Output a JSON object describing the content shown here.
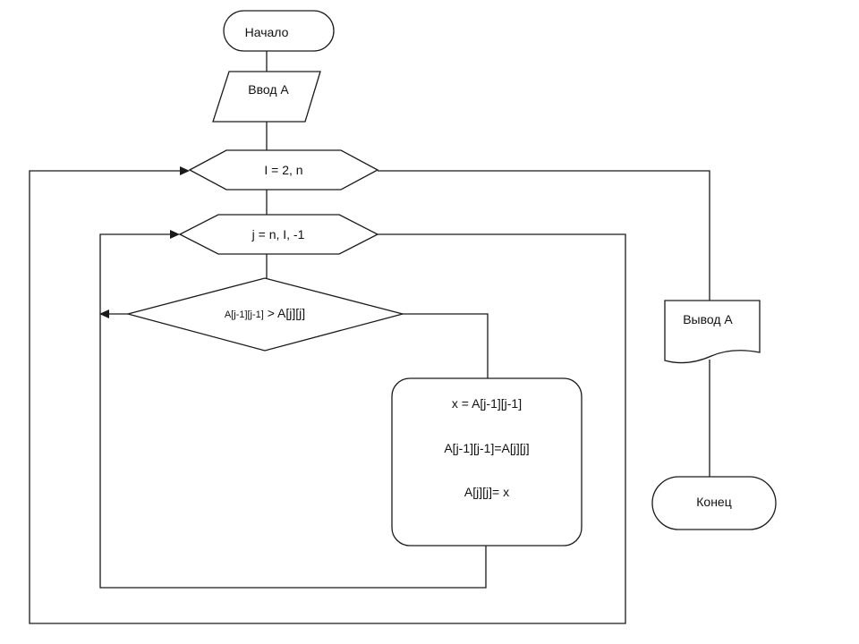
{
  "diagram": {
    "start": "Начало",
    "input": "Ввод А",
    "outer_loop": "I = 2, n",
    "inner_loop": "j = n, I, -1",
    "condition": {
      "left": "A[j-1][j-1]",
      "right": "> A[j][j]"
    },
    "swap": {
      "line1": "x = A[j-1][j-1]",
      "line2": "A[j-1][j-1]=A[j][j]",
      "line3": "A[j][j]=  x"
    },
    "output": "Вывод А",
    "end": "Конец"
  }
}
